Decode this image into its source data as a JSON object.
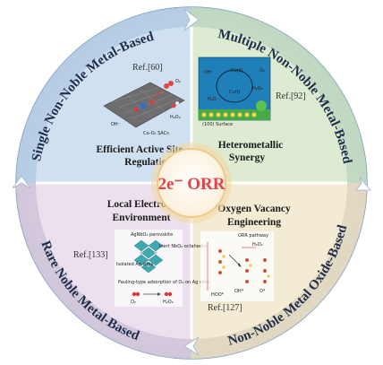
{
  "center": {
    "label": "2e⁻ ORR"
  },
  "quadrants": [
    {
      "ring_label": "Single Non-Noble Metal-Based",
      "title_line1": "Efficient Active Site",
      "title_line2": "Regulation",
      "ref": "Ref.[60]",
      "color": "#cfe0f1"
    },
    {
      "ring_label": "Multiple Non-Noble Metal-Based",
      "title_line1": "Heterometallic",
      "title_line2": "Synergy",
      "ref": "Ref.[92]",
      "color": "#dcebd2"
    },
    {
      "ring_label": "Rare Noble Metal-Based",
      "title_line1": "Local Electronic",
      "title_line2": "Environment",
      "ref": "Ref.[133]",
      "color": "#ece0ee"
    },
    {
      "ring_label": "Non-Noble Metal Oxide-Based",
      "title_line1": "Oxygen Vacancy",
      "title_line2": "Engineering",
      "ref": "Ref.[127]",
      "color": "#f3ebd4"
    }
  ],
  "inset_labels": {
    "q1": [
      "O₂",
      "OH⁻",
      "Co-O₄ SACs",
      "H₂O₂"
    ],
    "q2": [
      "OH⁻",
      "O₂",
      "Cu(II)",
      "Cu(I)",
      "H₂O₂",
      "H₂O",
      "(100) Surface"
    ],
    "q3": [
      "AgNbO₃ perovskite",
      "Isolated Ag sites",
      "Inert NbO₆ octahedra",
      "Pauling-type adsorption of O₂ on Ag sites",
      "O₂",
      "H₂O₂"
    ],
    "q4": [
      "ORR pathway",
      "HOO*",
      "OH*",
      "O*",
      "H₂O₂"
    ]
  },
  "colors": {
    "ring_outer": "#9db8d6",
    "center_fill": "#fdf6ea",
    "center_ring": "#f0c98a",
    "accent_red": "#e5414b"
  }
}
